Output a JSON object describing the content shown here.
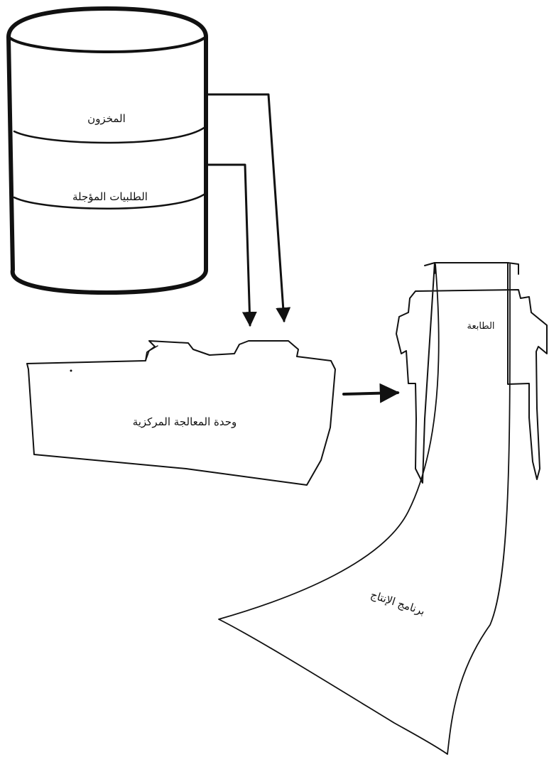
{
  "diagram": {
    "storage": {
      "section_inventory": "المخزون",
      "section_deferred_orders": "الطلبيات المؤجلة"
    },
    "cpu": {
      "label": "وحدة المعالجة المركزية"
    },
    "printer": {
      "label": "الطابعة"
    },
    "output": {
      "label": "برنامج الإنتاج"
    }
  },
  "colors": {
    "ink": "#111111",
    "paper": "#ffffff"
  }
}
